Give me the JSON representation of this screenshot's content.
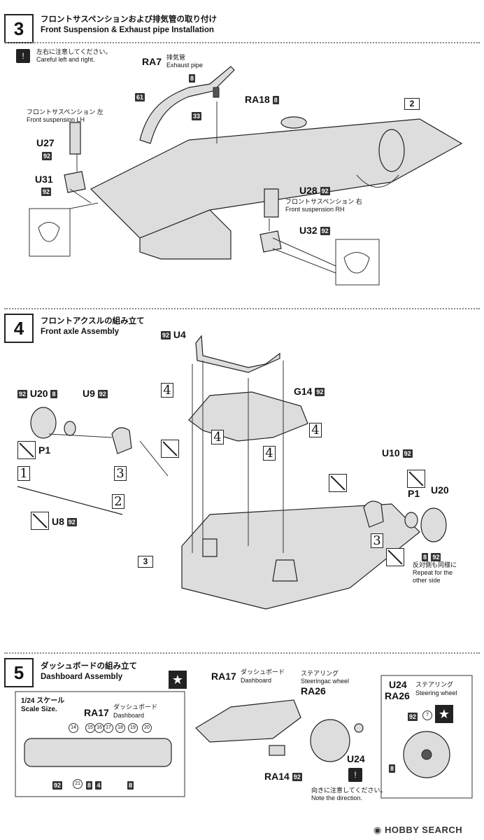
{
  "step3": {
    "number": "3",
    "title_jp": "フロントサスペンションおよび排気管の取り付け",
    "title_en": "Front Suspension & Exhaust pipe Installation",
    "note_jp": "左右に注意してください。",
    "note_en": "Careful left and right.",
    "ra7": "RA7",
    "ra7_jp": "排気管",
    "ra7_en": "Exhaust pipe",
    "c8": "8",
    "c61": "61",
    "c33": "33",
    "ra18": "RA18",
    "ra18_c": "8",
    "ref2": "2",
    "lh_jp": "フロントサスペンション 左",
    "lh_en": "Front suspension LH",
    "u27": "U27",
    "u27_c": "92",
    "u31": "U31",
    "u31_c": "92",
    "u28": "U28",
    "u28_c": "92",
    "rh_jp": "フロントサスペンション 右",
    "rh_en": "Front suspension RH",
    "u32": "U32",
    "u32_c": "92"
  },
  "step4": {
    "number": "4",
    "title_jp": "フロントアクスルの組み立て",
    "title_en": "Front axle Assembly",
    "u4_c": "92",
    "u4": "U4",
    "u20_c": "92",
    "u20": "U20",
    "u20_c2": "8",
    "u9": "U9",
    "u9_c": "92",
    "g14": "G14",
    "g14_c": "92",
    "s4": "4",
    "s3": "3",
    "s1": "1",
    "s2": "2",
    "p1": "P1",
    "u8": "U8",
    "u8_c": "92",
    "u10": "U10",
    "u10_c": "92",
    "p1b": "P1",
    "u20b": "U20",
    "c8": "8",
    "c92": "92",
    "ref3": "3",
    "repeat_jp": "反対側も同様に",
    "repeat_en1": "Repeat for the",
    "repeat_en2": "other side"
  },
  "step5": {
    "number": "5",
    "title_jp": "ダッシュボードの組み立て",
    "title_en": "Dashboard Assembly",
    "star": "★",
    "scale_jp": "1/24 スケール",
    "scale_en": "Scale Size.",
    "ra17": "RA17",
    "ra17_jp": "ダッシュボード",
    "ra17_en": "Dashboard",
    "n14": "14",
    "n15": "15",
    "n16": "16",
    "n17": "17",
    "n18": "18",
    "n19": "19",
    "n20": "20",
    "n21": "21",
    "c92": "92",
    "c8": "8",
    "c4": "4",
    "ra17b": "RA17",
    "ra17b_jp": "ダッシュボード",
    "ra17b_en": "Dashboard",
    "ra26_jp": "ステアリング",
    "ra26_en": "Steeringac wheel",
    "ra26": "RA26",
    "ra14": "RA14",
    "ra14_c": "92",
    "u24": "U24",
    "dir_jp": "向きに注意してください。",
    "dir_en": "Note the direction.",
    "box_u24": "U24",
    "box_ra26": "RA26",
    "box_jp": "ステアリング",
    "box_en": "Steering wheel",
    "box_c92": "92",
    "box_c7": "7",
    "box_c8": "8"
  },
  "footer": {
    "brand": "HOBBY SEARCH"
  }
}
